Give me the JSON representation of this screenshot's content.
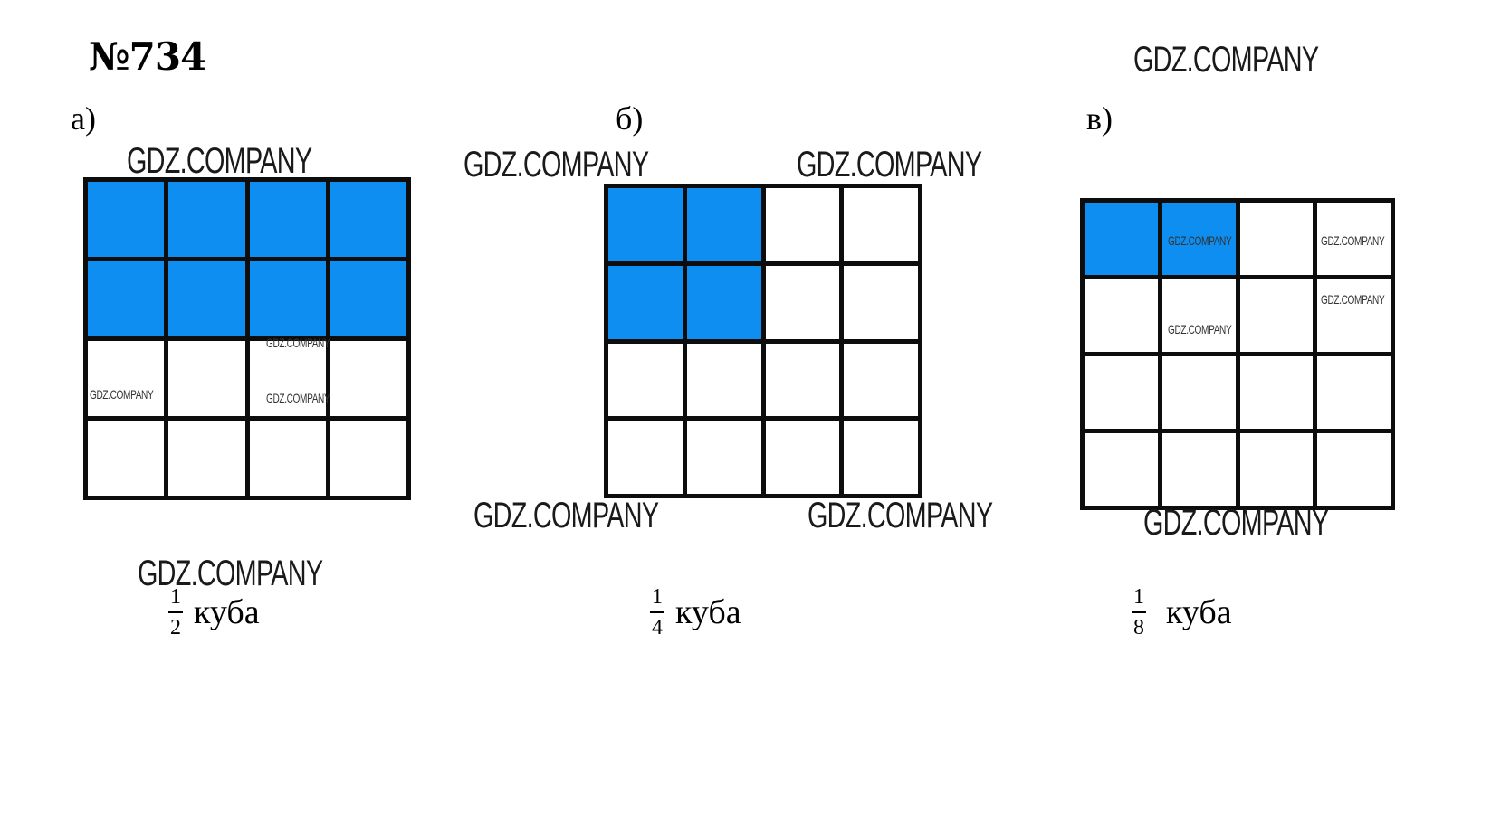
{
  "title": "№734",
  "watermark": "GDZ.COMPANY",
  "colors": {
    "shaded": "#0d8ef0",
    "grid_line": "#0d0d0d",
    "cell": "#ffffff"
  },
  "panels": [
    {
      "label": "а)",
      "shaded_cells": [
        0,
        1,
        2,
        3,
        4,
        5,
        6,
        7
      ],
      "fraction": {
        "numerator": "1",
        "denominator": "2"
      },
      "word": "куба"
    },
    {
      "label": "б)",
      "shaded_cells": [
        0,
        1,
        4,
        5
      ],
      "fraction": {
        "numerator": "1",
        "denominator": "4"
      },
      "word": "куба"
    },
    {
      "label": "в)",
      "shaded_cells": [
        0,
        1
      ],
      "fraction": {
        "numerator": "1",
        "denominator": "8"
      },
      "word": "куба"
    }
  ]
}
